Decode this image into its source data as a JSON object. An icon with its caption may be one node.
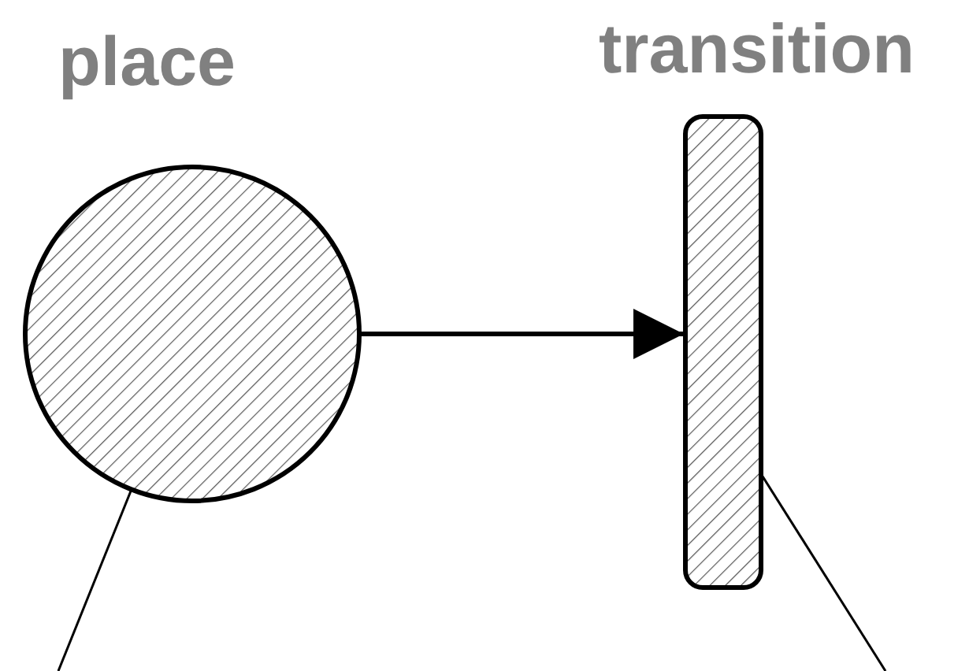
{
  "diagram": {
    "nodes": [
      {
        "text": [
          "place"
        ]
      },
      {
        "text": [
          "transition"
        ]
      }
    ],
    "edges": [
      {
        "from": 0,
        "to": 1,
        "arrow": "to",
        "style": "thick"
      },
      {
        "from": null,
        "to": 0,
        "arrow": "none"
      },
      {
        "from": null,
        "to": 1,
        "arrow": "none"
      }
    ]
  }
}
